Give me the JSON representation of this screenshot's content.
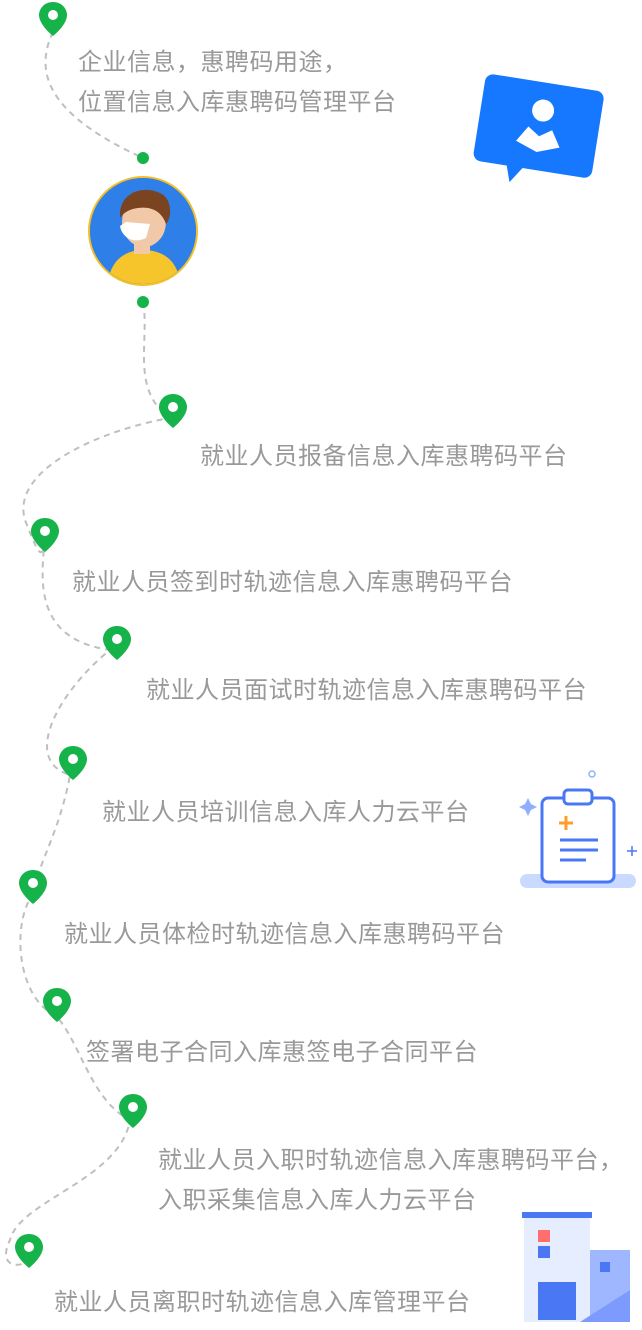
{
  "steps": [
    {
      "lines": [
        "企业信息，惠聘码用途，",
        "位置信息入库惠聘码管理平台"
      ]
    },
    {
      "lines": [
        "就业人员报备信息入库惠聘码平台"
      ]
    },
    {
      "lines": [
        "就业人员签到时轨迹信息入库惠聘码平台"
      ]
    },
    {
      "lines": [
        "就业人员面试时轨迹信息入库惠聘码平台"
      ]
    },
    {
      "lines": [
        "就业人员培训信息入库人力云平台"
      ]
    },
    {
      "lines": [
        "就业人员体检时轨迹信息入库惠聘码平台"
      ]
    },
    {
      "lines": [
        "签署电子合同入库惠签电子合同平台"
      ]
    },
    {
      "lines": [
        "就业人员入职时轨迹信息入库惠聘码平台，",
        "入职采集信息入库人力云平台"
      ]
    },
    {
      "lines": [
        "就业人员离职时轨迹信息入库管理平台"
      ]
    }
  ],
  "icons": {
    "pin": "location-pin-icon",
    "avatar": "worker-avatar",
    "profile": "profile-card-icon",
    "clipboard": "medical-clipboard-icon",
    "building": "building-icon"
  },
  "colors": {
    "pin_green": "#16b24a",
    "text_gray": "#999999",
    "path_gray": "#bfbfbf",
    "accent_blue": "#1677ff"
  }
}
